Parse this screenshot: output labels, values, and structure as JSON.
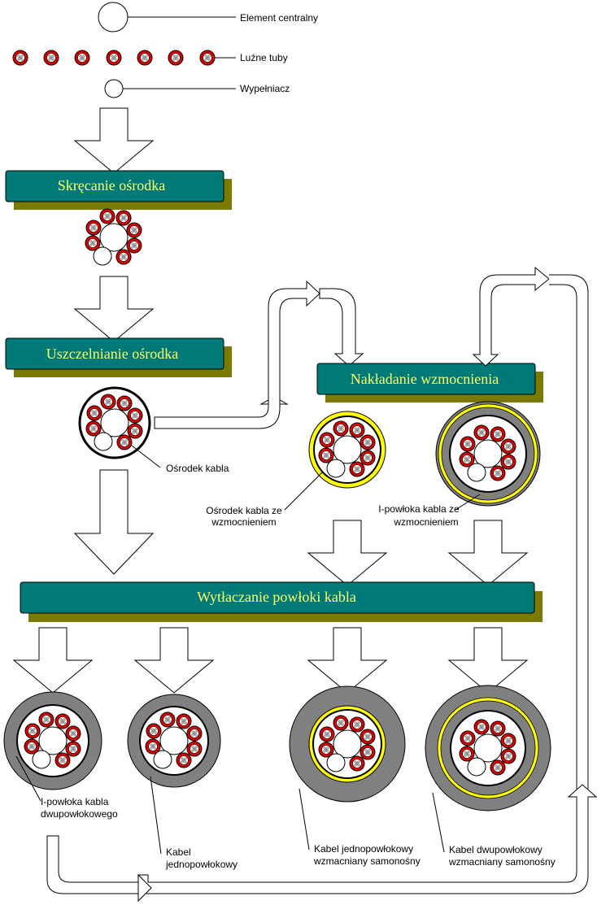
{
  "legend": {
    "central_element": "Element centralny",
    "loose_tubes": "Luźne tuby",
    "filler": "Wypełniacz"
  },
  "steps": {
    "stranding": "Skręcanie ośrodka",
    "sealing": "Uszczelnianie ośrodka",
    "reinforcement": "Nakładanie wzmocnienia",
    "sheathing": "Wytłaczanie powłoki kabla"
  },
  "callouts": {
    "cable_core": "Ośrodek kabla",
    "core_reinforced_1": "Ośrodek kabla ze",
    "core_reinforced_2": "wzmocnieniem",
    "inner_sheath_reinforced_1": "I-powłoka kabla ze",
    "inner_sheath_reinforced_2": "wzmocnieniem",
    "inner_sheath_double_1": "I-powłoka kabla",
    "inner_sheath_double_2": "dwupowłokowego",
    "single_sheath_1": "Kabel",
    "single_sheath_2": "jednopowłokowy",
    "single_self_1": "Kabel jednopowłokowy",
    "single_self_2": "wzmacniany samonośny",
    "double_self_1": "Kabel dwupowłokowy",
    "double_self_2": "wzmacniany samonośny"
  },
  "colors": {
    "step_box": "#007a78",
    "step_shadow": "#7a7a00",
    "step_text": "#ffff66",
    "tube": "#dd0000",
    "sheath": "#808080",
    "reinforcement": "#ffff00"
  }
}
